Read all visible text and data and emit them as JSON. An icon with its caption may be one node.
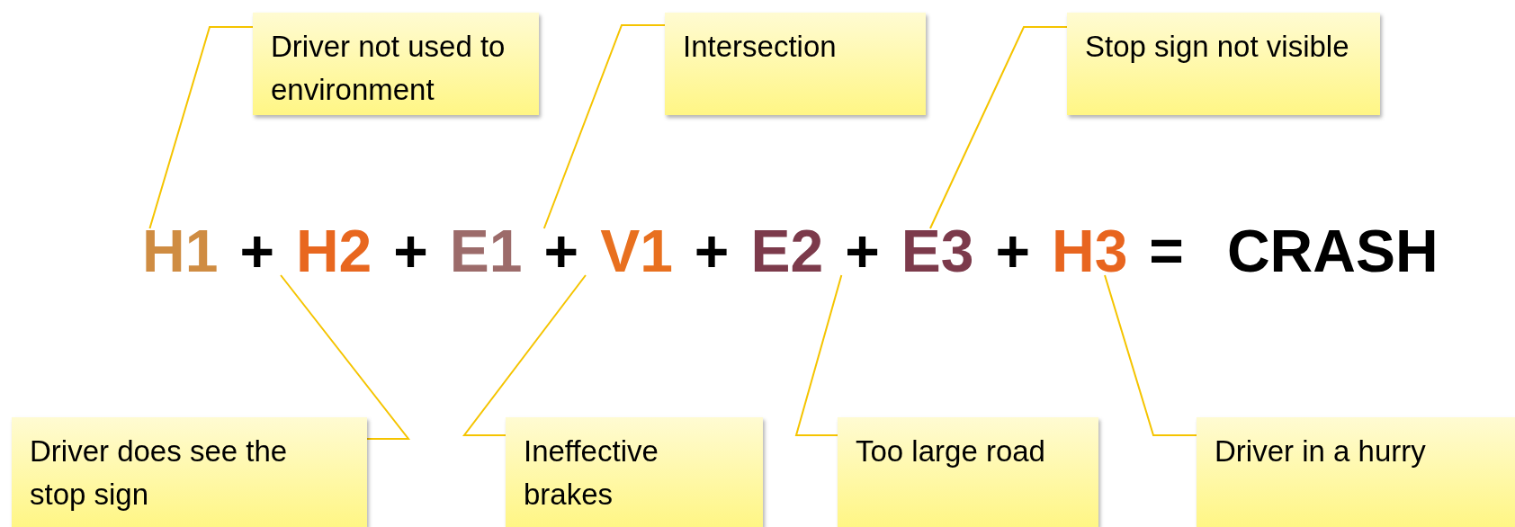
{
  "diagram": {
    "nodes": [
      {
        "text": [
          "Driver not used to environment"
        ]
      },
      {
        "text": [
          "Intersection"
        ]
      },
      {
        "text": [
          "Stop sign not visible"
        ]
      },
      {
        "text": [
          "H1"
        ]
      },
      {
        "text": [
          "H2"
        ]
      },
      {
        "text": [
          "E1"
        ]
      },
      {
        "text": [
          "V1"
        ]
      },
      {
        "text": [
          "E2"
        ]
      },
      {
        "text": [
          "E3"
        ]
      },
      {
        "text": [
          "H3"
        ]
      },
      {
        "text": [
          "Driver does see the stop sign"
        ]
      },
      {
        "text": [
          "Ineffective brakes"
        ]
      },
      {
        "text": [
          "Too large road"
        ]
      },
      {
        "text": [
          "Driver in a hurry"
        ]
      }
    ],
    "edges": [
      {
        "from": 0,
        "to": 3,
        "arrow": "none"
      },
      {
        "from": 1,
        "to": 5,
        "arrow": "none"
      },
      {
        "from": 2,
        "to": 8,
        "arrow": "none"
      },
      {
        "from": 10,
        "to": 4,
        "arrow": "none"
      },
      {
        "from": 11,
        "to": 6,
        "arrow": "none"
      },
      {
        "from": 12,
        "to": 7,
        "arrow": "none"
      },
      {
        "from": 13,
        "to": 9,
        "arrow": "none"
      }
    ],
    "labels": [
      "+",
      "+",
      "+",
      "+",
      "+",
      "+",
      "=",
      "CRASH"
    ]
  }
}
